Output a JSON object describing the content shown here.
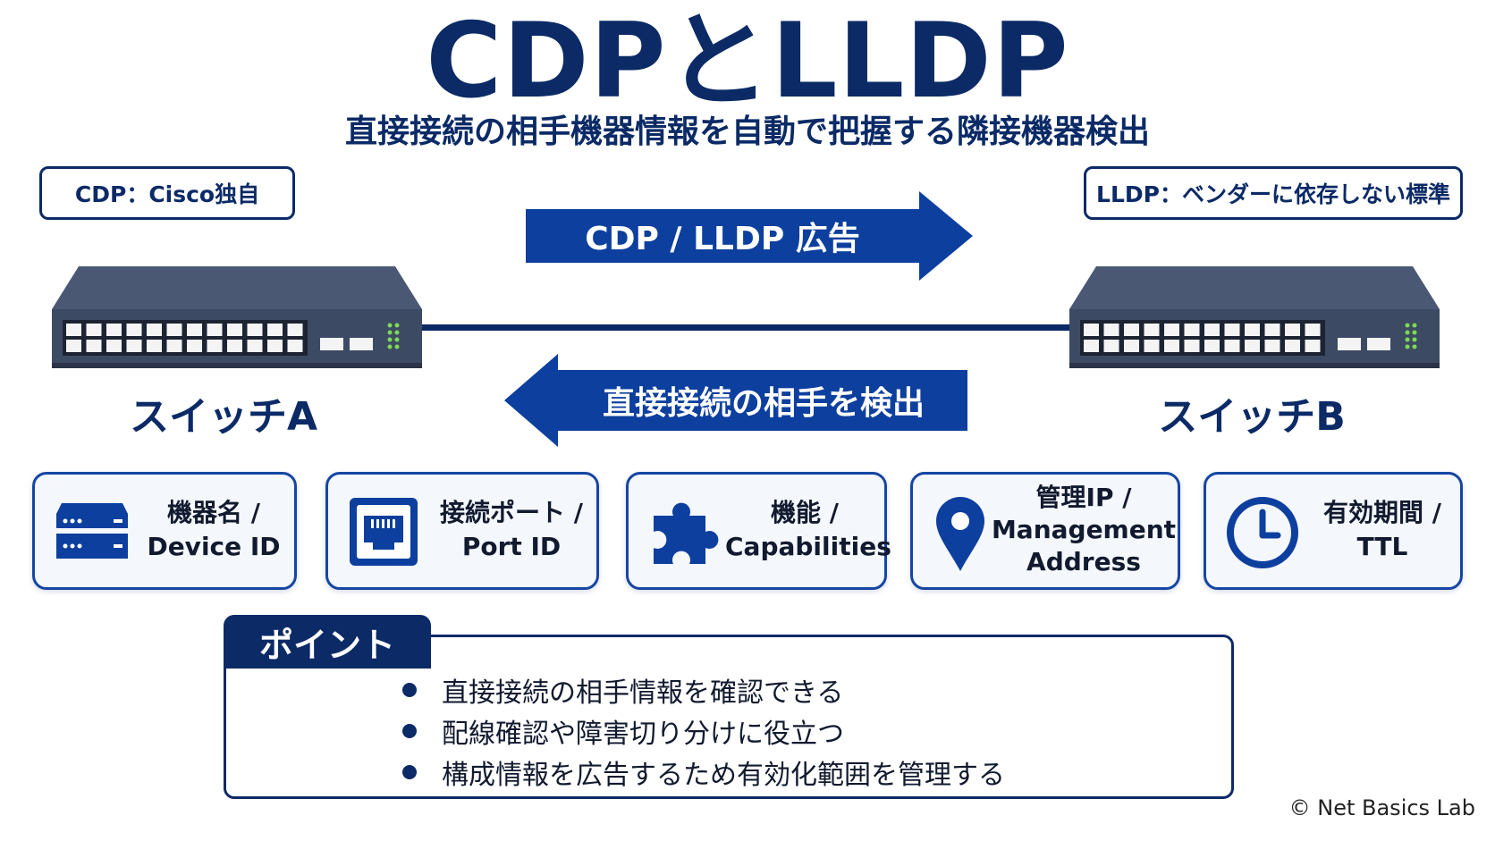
{
  "title": "CDPとLLDP",
  "subtitle": "直接接続の相手機器情報を自動で把握する隣接機器検出",
  "tags": {
    "left": "CDP：Cisco独自",
    "right": "LLDP：ベンダーに依存しない標準"
  },
  "arrows": {
    "forward": "CDP / LLDP 広告",
    "backward": "直接接続の相手を検出"
  },
  "switches": {
    "a": "スイッチA",
    "b": "スイッチB"
  },
  "info_cards": [
    {
      "line1": "機器名 /",
      "line2": "Device ID",
      "line3": "",
      "icon": "server-icon"
    },
    {
      "line1": "接続ポート /",
      "line2": "Port ID",
      "line3": "",
      "icon": "ethernet-port-icon"
    },
    {
      "line1": "機能 /",
      "line2": "Capabilities",
      "line3": "",
      "icon": "puzzle-icon"
    },
    {
      "line1": "管理IP /",
      "line2": "Management",
      "line3": "Address",
      "icon": "location-pin-icon"
    },
    {
      "line1": "有効期間 /",
      "line2": "TTL",
      "line3": "",
      "icon": "clock-icon"
    }
  ],
  "points": {
    "heading": "ポイント",
    "items": [
      "直接接続の相手情報を確認できる",
      "配線確認や障害切り分けに役立つ",
      "構成情報を広告するため有効化範囲を管理する"
    ]
  },
  "copyright": "© Net Basics Lab",
  "colors": {
    "navy": "#0b2a66",
    "arrow_blue": "#0d3f9e",
    "card_border": "#1646a3",
    "switch_body": "#3d4a63",
    "led_green": "#7ed957"
  }
}
